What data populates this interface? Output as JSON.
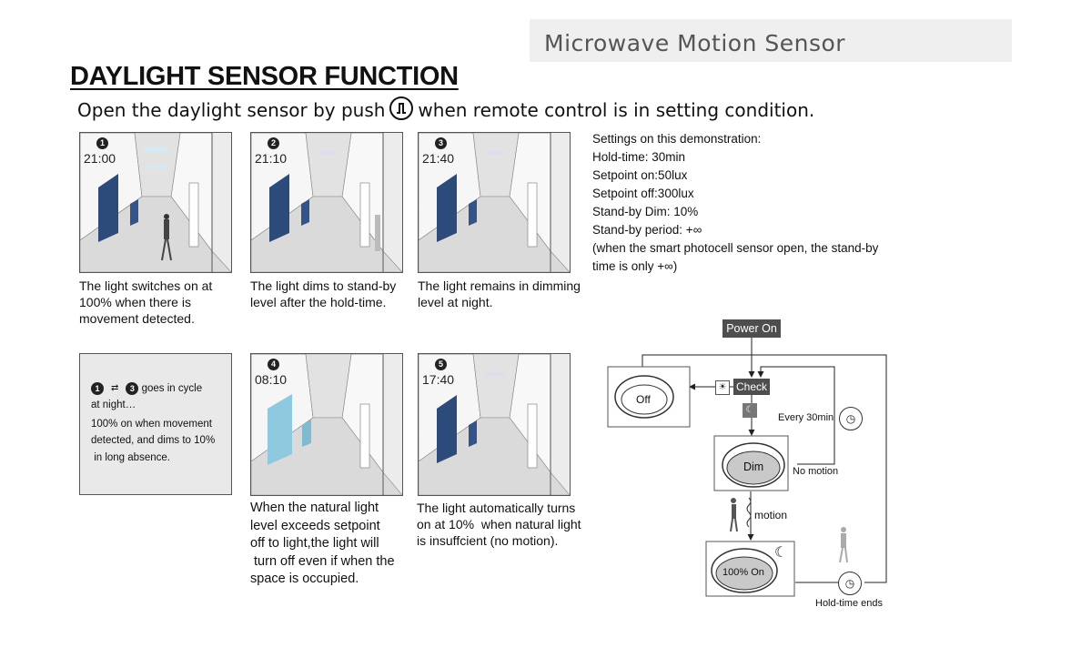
{
  "header": {
    "title": "Microwave Motion Sensor"
  },
  "main": {
    "title": "DAYLIGHT SENSOR FUNCTION",
    "instruction_before": "Open the daylight sensor by push",
    "instruction_after": "when remote control is in setting condition."
  },
  "scenes": [
    {
      "number": "1",
      "time": "21:00",
      "caption": [
        "The light switches on at",
        "100% when there is",
        "movement detected."
      ]
    },
    {
      "number": "2",
      "time": "21:10",
      "caption": [
        "The light dims to stand-by",
        "level after the hold-time."
      ]
    },
    {
      "number": "3",
      "time": "21:40",
      "caption": [
        "The light remains in dimming",
        "level at night."
      ]
    },
    {
      "number": "4",
      "time": "08:10",
      "caption": [
        "When the natural light",
        "level exceeds setpoint",
        "off to light,the light  will",
        " turn off even if when the",
        "space is occupied."
      ]
    },
    {
      "number": "5",
      "time": "17:40",
      "caption": [
        "The light automatically turns",
        "on at 10%  when natural light",
        "is insuffcient (no motion)."
      ]
    }
  ],
  "cycle_note": {
    "from": "1",
    "to": "3",
    "line1": "goes in cycle",
    "line2": "at night…",
    "line3": "100% on when movement",
    "line4": "detected, and dims to 10%",
    "line5": " in long absence."
  },
  "settings": {
    "heading": "Settings on this demonstration:",
    "items": [
      "Hold-time: 30min",
      "Setpoint on:50lux",
      "Setpoint off:300lux",
      "Stand-by Dim: 10%",
      "Stand-by period: +∞",
      "(when the smart photocell sensor open, the stand-by",
      "time is only +∞)"
    ]
  },
  "flow": {
    "power_on": "Power On",
    "check": "Check",
    "off": "Off",
    "dim": "Dim",
    "full_on": "100% On",
    "every": "Every 30min",
    "no_motion": "No motion",
    "motion": "motion",
    "hold_end": "Hold-time ends"
  },
  "colors": {
    "dark_box": "#4e4e4e",
    "panel_bg": "#e9e9e9",
    "header_bg": "#efefef"
  }
}
